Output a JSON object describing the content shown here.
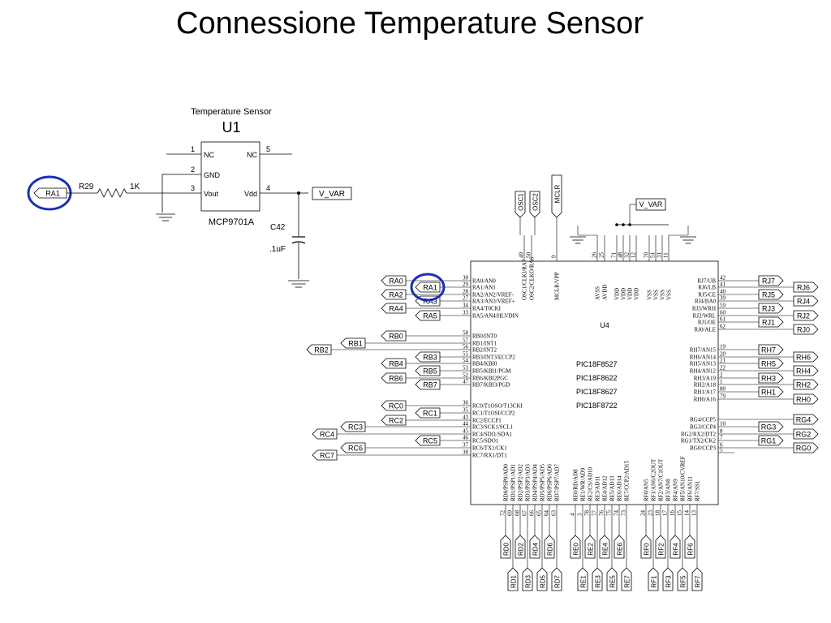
{
  "title": "Connessione Temperature Sensor",
  "sensor": {
    "caption": "Temperature Sensor",
    "ref": "U1",
    "part": "MCP9701A",
    "pins": [
      {
        "num": "1",
        "name": "NC"
      },
      {
        "num": "2",
        "name": "GND"
      },
      {
        "num": "3",
        "name": "Vout"
      },
      {
        "num": "4",
        "name": "Vdd"
      },
      {
        "num": "5",
        "name": "NC"
      }
    ],
    "net_in": "RA1",
    "net_out": "V_VAR",
    "resistor": {
      "ref": "R29",
      "value": "1K"
    },
    "capacitor": {
      "ref": "C42",
      "value": ".1uF"
    }
  },
  "mcu": {
    "ref": "U4",
    "parts": [
      "PIC18F8527",
      "PIC18F8622",
      "PIC18F8627",
      "PIC18F8722"
    ],
    "vvar": "V_VAR",
    "highlight": "RA1",
    "top_vertical": [
      {
        "label": "OSC1/CLKI/RA7",
        "num": "49"
      },
      {
        "label": "OSC2/CLKO/RA6",
        "num": "50"
      },
      {
        "label": "MCLR/VPP",
        "num": "9"
      },
      {
        "label": "AVSS",
        "num": "26"
      },
      {
        "label": "AVDD",
        "num": "25"
      },
      {
        "label": "VDD",
        "num": "71"
      },
      {
        "label": "VDD",
        "num": "48"
      },
      {
        "label": "VDD",
        "num": "32"
      },
      {
        "label": "VDD",
        "num": "12"
      },
      {
        "label": "VSS",
        "num": "70"
      },
      {
        "label": "VSS",
        "num": "51"
      },
      {
        "label": "VSS",
        "num": "31"
      },
      {
        "label": "VSS",
        "num": "11"
      }
    ],
    "top_ports": [
      "OSC1",
      "OSC2",
      "MCLR"
    ],
    "left_pins": [
      {
        "num": "30",
        "name": "RA0/AN0",
        "port": "RA0"
      },
      {
        "num": "29",
        "name": "RA1/AN1",
        "port": "RA1"
      },
      {
        "num": "28",
        "name": "RA2/AN2/VREF-",
        "port": "RA2"
      },
      {
        "num": "27",
        "name": "RA3/AN3/VREF+",
        "port": "RA3"
      },
      {
        "num": "34",
        "name": "RA4/T0CKI",
        "port": "RA4"
      },
      {
        "num": "33",
        "name": "RA5/AN4/HLVDIN",
        "port": "RA5"
      },
      {
        "num": "58",
        "name": "RB0/INT0",
        "port": "RB0"
      },
      {
        "num": "57",
        "name": "RB1/INT1",
        "port": "RB1"
      },
      {
        "num": "56",
        "name": "RB2/INT2",
        "port": "RB2"
      },
      {
        "num": "55",
        "name": "RB3/INT3/ECCP2",
        "port": "RB3"
      },
      {
        "num": "54",
        "name": "RB4/KBI0",
        "port": "RB4"
      },
      {
        "num": "53",
        "name": "RB5/KBI1/PGM",
        "port": "RB5"
      },
      {
        "num": "52",
        "name": "RB6/KBI2PGC",
        "port": "RB6"
      },
      {
        "num": "47",
        "name": "RB7/KBI3/PGD",
        "port": "RB7"
      },
      {
        "num": "36",
        "name": "RC0/T1OSO/T13CKI",
        "port": "RC0"
      },
      {
        "num": "35",
        "name": "RC1/T1OSI/CCP2",
        "port": "RC1"
      },
      {
        "num": "43",
        "name": "RC2/ECCP1",
        "port": "RC2"
      },
      {
        "num": "44",
        "name": "RC3/SCK1/SCL1",
        "port": "RC3"
      },
      {
        "num": "45",
        "name": "RC4/SDI1/SDA1",
        "port": "RC4"
      },
      {
        "num": "46",
        "name": "RC5/SDO1",
        "port": "RC5"
      },
      {
        "num": "37",
        "name": "RC6/TX1/CK1",
        "port": "RC6"
      },
      {
        "num": "38",
        "name": "RC7/RX1/DT1",
        "port": "RC7"
      }
    ],
    "right_pins": [
      {
        "num": "42",
        "name": "RJ7/UB",
        "port": "RJ7"
      },
      {
        "num": "41",
        "name": "RJ6/LB",
        "port": "RJ6"
      },
      {
        "num": "40",
        "name": "RJ5/CE",
        "port": "RJ5"
      },
      {
        "num": "39",
        "name": "RJ4/BA0",
        "port": "RJ4"
      },
      {
        "num": "59",
        "name": "RJ3/WRH",
        "port": "RJ3"
      },
      {
        "num": "60",
        "name": "RJ2/WRL",
        "port": "RJ2"
      },
      {
        "num": "61",
        "name": "RJ1/OE",
        "port": "RJ1"
      },
      {
        "num": "62",
        "name": "RJ0/ALE",
        "port": "RJ0"
      },
      {
        "num": "19",
        "name": "RH7/AN15",
        "port": "RH7"
      },
      {
        "num": "20",
        "name": "RH6/AN14",
        "port": "RH6"
      },
      {
        "num": "21",
        "name": "RH5/AN13",
        "port": "RH5"
      },
      {
        "num": "22",
        "name": "RH4/AN12",
        "port": "RH4"
      },
      {
        "num": "2",
        "name": "RH3/A19",
        "port": "RH3"
      },
      {
        "num": "1",
        "name": "RH2/A18",
        "port": "RH2"
      },
      {
        "num": "80",
        "name": "RH1/A17",
        "port": "RH1"
      },
      {
        "num": "79",
        "name": "RH0/A16",
        "port": "RH0"
      },
      {
        "num": "",
        "name": "RG4/CCP5",
        "port": "RG4"
      },
      {
        "num": "10",
        "name": "RG3/CCP4",
        "port": "RG3"
      },
      {
        "num": "8",
        "name": "RG2/RX2/DT2",
        "port": "RG2"
      },
      {
        "num": "7",
        "name": "RG1/TX2/CK2",
        "port": "RG1"
      },
      {
        "num": "6",
        "name": "RG0/CCP3",
        "port": "RG0"
      },
      {
        "num": "5",
        "name": "",
        "port": ""
      }
    ],
    "bottom_pins": [
      {
        "num": "72",
        "name": "RD0/PSP0/AD0",
        "port": "RD0"
      },
      {
        "num": "69",
        "name": "RD1/PSP1/AD1",
        "port": "RD1"
      },
      {
        "num": "68",
        "name": "RD2/PSP2/AD2",
        "port": "RD2"
      },
      {
        "num": "67",
        "name": "RD3/PSP3/AD3",
        "port": "RD3"
      },
      {
        "num": "66",
        "name": "RD4/PSP4/AD4",
        "port": "RD4"
      },
      {
        "num": "65",
        "name": "RD5/PSP5/AD5",
        "port": "RD5"
      },
      {
        "num": "64",
        "name": "RD6/PSP6/AD6",
        "port": "RD6"
      },
      {
        "num": "63",
        "name": "RD7/PSP7/AD7",
        "port": "RD7"
      },
      {
        "num": "4",
        "name": "RE0/RD/AD8",
        "port": "RE0"
      },
      {
        "num": "3",
        "name": "RE1/WR/AD9",
        "port": "RE1"
      },
      {
        "num": "78",
        "name": "RE2/CS/AD10",
        "port": "RE2"
      },
      {
        "num": "77",
        "name": "RE3/AD11",
        "port": "RE3"
      },
      {
        "num": "76",
        "name": "RE4/AD12",
        "port": "RE4"
      },
      {
        "num": "75",
        "name": "RE5/AD13",
        "port": "RE5"
      },
      {
        "num": "74",
        "name": "RE6/AD14",
        "port": "RE6"
      },
      {
        "num": "73",
        "name": "RE7/CCP2/AD15",
        "port": "RE7"
      },
      {
        "num": "24",
        "name": "RF0/AN5",
        "port": "RF0"
      },
      {
        "num": "23",
        "name": "RF1/AN6/C2OUT",
        "port": "RF1"
      },
      {
        "num": "18",
        "name": "RF2/AN7/C1OUT",
        "port": "RF2"
      },
      {
        "num": "17",
        "name": "RF3/AN8",
        "port": "RF3"
      },
      {
        "num": "16",
        "name": "RF4/AN9",
        "port": "RF4"
      },
      {
        "num": "15",
        "name": "RF5/AN10/CVREF",
        "port": "RF5"
      },
      {
        "num": "14",
        "name": "RF6/AN11",
        "port": "RF6"
      },
      {
        "num": "13",
        "name": "RF7/SS1",
        "port": "RF7"
      }
    ]
  }
}
